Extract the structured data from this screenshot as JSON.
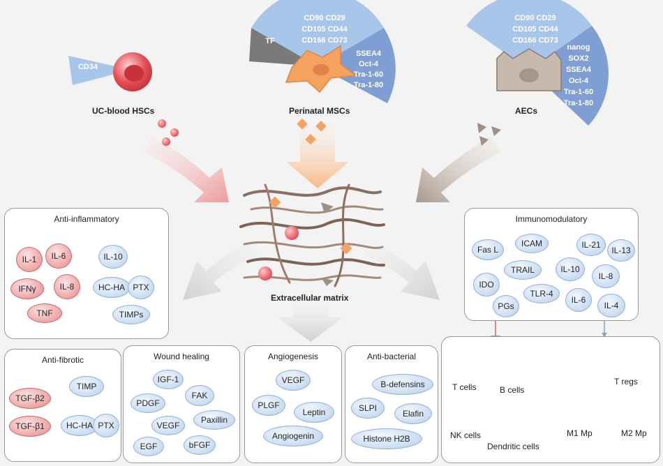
{
  "sources": {
    "hsc": {
      "label": "UC-blood HSCs",
      "marker": "CD34"
    },
    "msc": {
      "label": "Perinatal MSCs",
      "markers_cd": [
        "CD90 CD29",
        "CD105 CD44",
        "CD166 CD73"
      ],
      "marker_tf_tag": "TF",
      "markers_tf": [
        "SSEA4",
        "Oct-4",
        "Tra-1-60",
        "Tra-1-80"
      ]
    },
    "aec": {
      "label": "AECs",
      "markers_cd": [
        "CD90 CD29",
        "CD105 CD44",
        "CD166 CD73"
      ],
      "markers_tf": [
        "nanog",
        "SOX2",
        "SSEA4",
        "Oct-4",
        "Tra-1-60",
        "Tra-1-80"
      ]
    }
  },
  "center": {
    "label": "Extracellular matrix"
  },
  "anti_inflammatory": {
    "title": "Anti-inflammatory",
    "red_items": [
      "IL-1",
      "IL-6",
      "IFNγ",
      "IL-8",
      "TNF"
    ],
    "blue_items": [
      "IL-10",
      "HC-HA",
      "PTX",
      "TIMPs"
    ]
  },
  "immunomodulatory": {
    "title": "Immunomodulatory",
    "items": [
      "Fas L",
      "ICAM",
      "IL-21",
      "IL-13",
      "TRAIL",
      "IL-10",
      "IL-8",
      "IDO",
      "TLR-4",
      "IL-6",
      "IL-4",
      "PGs"
    ]
  },
  "anti_fibrotic": {
    "title": "Anti-fibrotic",
    "red_items": [
      "TGF-β2",
      "TGF-β1"
    ],
    "blue_items": [
      "TIMP",
      "HC-HA",
      "PTX"
    ]
  },
  "wound_healing": {
    "title": "Wound healing",
    "items": [
      "IGF-1",
      "PDGF",
      "FAK",
      "VEGF",
      "Paxillin",
      "EGF",
      "bFGF"
    ]
  },
  "angiogenesis": {
    "title": "Angiogenesis",
    "items": [
      "VEGF",
      "PLGF",
      "Leptin",
      "Angiogenin"
    ]
  },
  "anti_bacterial": {
    "title": "Anti-bacterial",
    "items": [
      "B-defensins",
      "SLPI",
      "Elafin",
      "Histone H2B"
    ]
  },
  "immune_cells": {
    "t_cells": "T cells",
    "b_cells": "B cells",
    "nk_cells": "NK cells",
    "dendritic": "Dendritic cells",
    "t_regs": "T regs",
    "m1": "M1 Mp",
    "m2": "M2 Mp"
  }
}
